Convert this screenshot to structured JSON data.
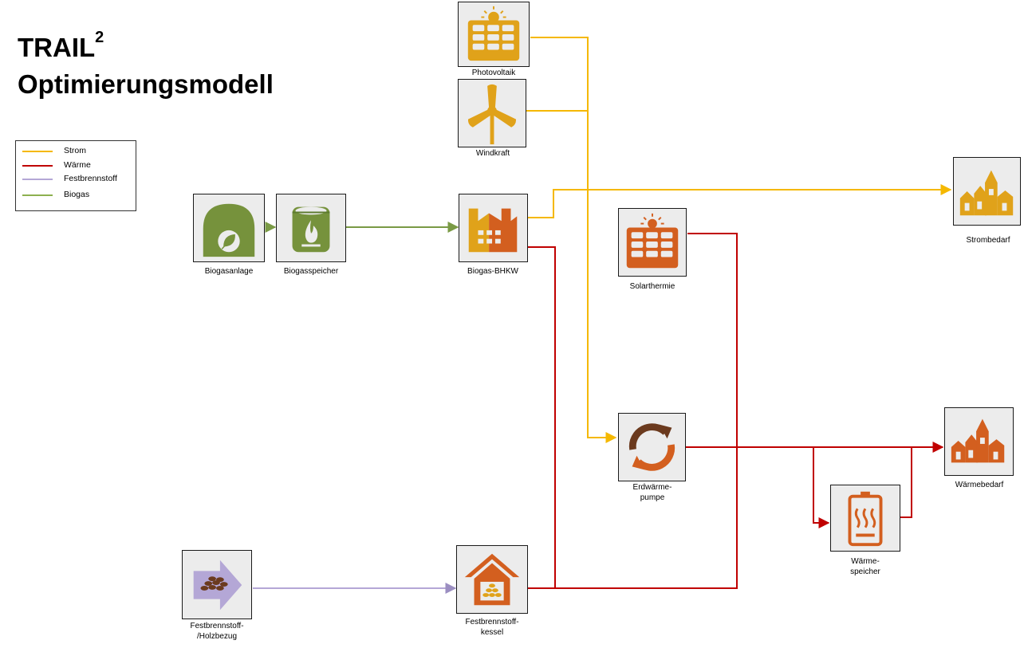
{
  "title": {
    "line1": "TRAIL",
    "sup": "2",
    "line2": "Optimierungsmodell"
  },
  "legend": [
    {
      "label": "Strom",
      "color": "#f5b800"
    },
    {
      "label": "Wärme",
      "color": "#c00000"
    },
    {
      "label": "Festbrennstoff",
      "color": "#b4a7d6"
    },
    {
      "label": "Biogas",
      "color": "#8db04f"
    }
  ],
  "nodes": {
    "photovoltaik": "Photovoltaik",
    "windkraft": "Windkraft",
    "biogasanlage": "Biogasanlage",
    "biogasspeicher": "Biogasspeicher",
    "biogas_bhkw": "Biogas-BHKW",
    "strombedarf": "Strombedarf",
    "solarthermie": "Solarthermie",
    "erdwaermepumpe_1": "Erdwärme-",
    "erdwaermepumpe_2": "pumpe",
    "waermebedarf": "Wärmebedarf",
    "waermespeicher_1": "Wärme-",
    "waermespeicher_2": "speicher",
    "holzbezug_1": "Festbrennstoff-",
    "holzbezug_2": "/Holzbezug",
    "kessel_1": "Festbrennstoff-",
    "kessel_2": "kessel"
  },
  "colors": {
    "strom": "#f5b800",
    "waerme": "#c00000",
    "festbrennstoff": "#b4a7d6",
    "biogas": "#7a9a45",
    "icon_yellow": "#e0a21a",
    "icon_orange": "#d35f1f",
    "icon_green": "#76923c",
    "icon_purple": "#b4a7d6",
    "icon_brown": "#6b3a1e"
  }
}
